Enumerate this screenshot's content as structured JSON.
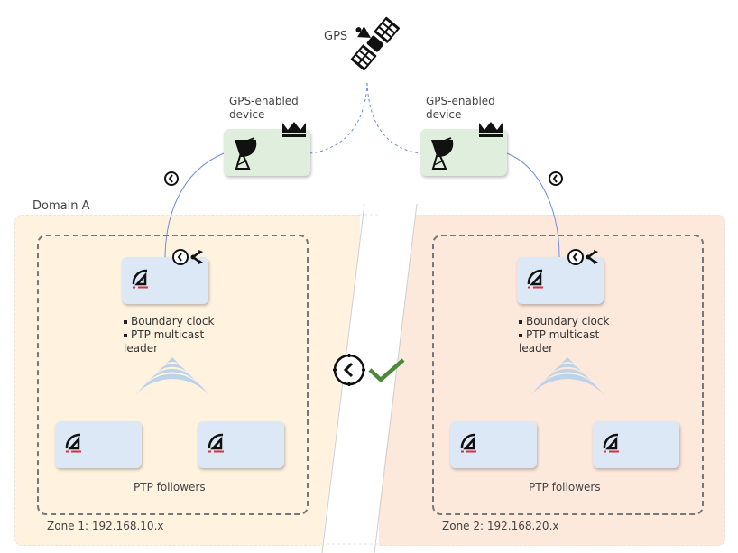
{
  "gps": {
    "label": "GPS",
    "icon": "satellite-icon"
  },
  "gps_devices": [
    {
      "label_line1": "GPS-enabled",
      "label_line2": "device",
      "icon": "satellite-dish-icon",
      "badge": "crown-icon"
    },
    {
      "label_line1": "GPS-enabled",
      "label_line2": "device",
      "icon": "satellite-dish-icon",
      "badge": "crown-icon"
    }
  ],
  "domain": {
    "label": "Domain A"
  },
  "zones": [
    {
      "label": "Zone 1: 192.168.10.x",
      "leader": {
        "bullets": [
          "Boundary clock",
          "PTP multicast"
        ],
        "continuation": "leader"
      },
      "followers_label": "PTP followers",
      "colors": {
        "background": "#fff3e0"
      }
    },
    {
      "label": "Zone 2: 192.168.20.x",
      "leader": {
        "bullets": [
          "Boundary clock",
          "PTP multicast"
        ],
        "continuation": "leader"
      },
      "followers_label": "PTP followers",
      "colors": {
        "background": "#fde9dc"
      }
    }
  ],
  "center_status": {
    "icon": "clock-icon",
    "status": "check-icon",
    "status_color": "#4a8a3a"
  },
  "colors": {
    "node": "#dce8f5",
    "gps_device": "#dfeedd",
    "link": "#6a8fd8",
    "ptp_red": "#d83040"
  }
}
